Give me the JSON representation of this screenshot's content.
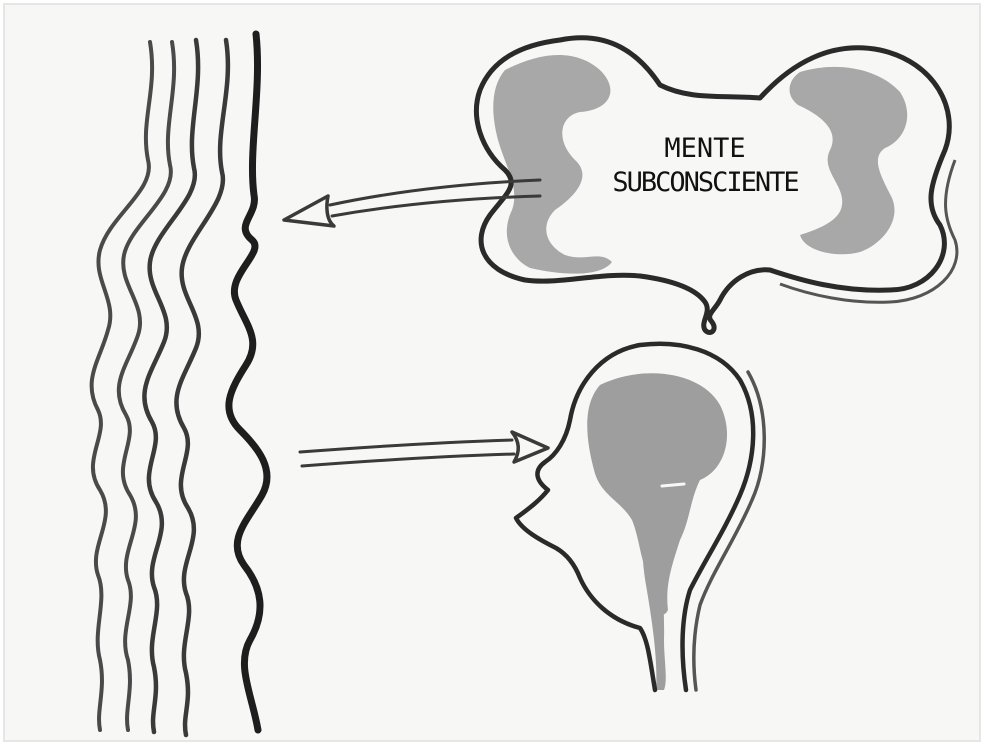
{
  "diagram": {
    "cloud": {
      "label_line1": "MENTE",
      "label_line2": "SUBCONSCIENTE"
    },
    "colors": {
      "paper": "#f7f7f6",
      "ink": "#3a3a3a",
      "ink_dark": "#1e1e1e",
      "wash": "#a3a3a3"
    },
    "elements": [
      "wavy-lines",
      "subconscious-cloud",
      "cloud-to-waves-arrow",
      "waves-to-head-arrow",
      "head-profile"
    ]
  }
}
